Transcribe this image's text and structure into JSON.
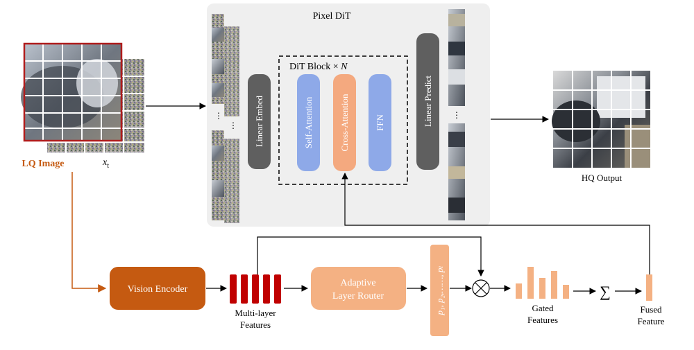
{
  "pixel_dit": {
    "title": "Pixel DiT"
  },
  "dit_block": {
    "label": "DiT Block ×",
    "n": "N"
  },
  "blocks": {
    "linear_embed": "Linear Embed",
    "self_attention": "Self-Attention",
    "cross_attention": "Cross-Attention",
    "ffn": "FFN",
    "linear_predict": "Linear Predict"
  },
  "inputs": {
    "lq_image": "LQ Image",
    "xt": "x",
    "xt_sub": "t"
  },
  "output": {
    "hq_output": "HQ Output"
  },
  "pipeline": {
    "vision_encoder": "Vision Encoder",
    "multi_layer_1": "Multi-layer",
    "multi_layer_2": "Features",
    "router_1": "Adaptive",
    "router_2": "Layer Router",
    "p_list": "p₁, p₂,……, pₗ",
    "gated_1": "Gated",
    "gated_2": "Features",
    "fused_1": "Fused",
    "fused_2": "Feature",
    "multiply_symbol": "⊗",
    "sum_symbol": "∑"
  },
  "colors": {
    "embed_gray": "#5f5f5f",
    "attention_blue": "#8ea9e8",
    "cross_orange": "#f4a97f",
    "encoder_orange": "#c55a11",
    "feature_red": "#c00000",
    "router_orange": "#f4b183",
    "lq_label": "#c55a11",
    "panel_bg": "#efefef"
  }
}
